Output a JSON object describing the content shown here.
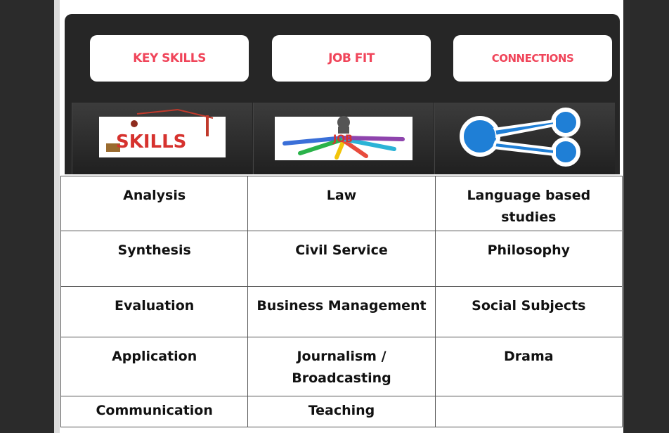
{
  "header_buttons": {
    "key_skills": "KEY SKILLS",
    "job_fit": "JOB FIT",
    "connections": "CONNECTIONS"
  },
  "images": {
    "skills_logo": "SKILLS",
    "job_logo": "JOB",
    "connections_icon": "network-icon"
  },
  "colors": {
    "button_text": "#f0455a",
    "panel_bg": "#262626",
    "connections_blue": "#1f7fd6"
  },
  "table": {
    "rows": [
      [
        "Analysis",
        "Law",
        "Language based studies"
      ],
      [
        "Synthesis",
        "Civil Service",
        "Philosophy"
      ],
      [
        "Evaluation",
        "Business Management",
        "Social Subjects"
      ],
      [
        "Application",
        "Journalism / Broadcasting",
        "Drama"
      ],
      [
        "Communication",
        "Teaching",
        ""
      ]
    ]
  }
}
